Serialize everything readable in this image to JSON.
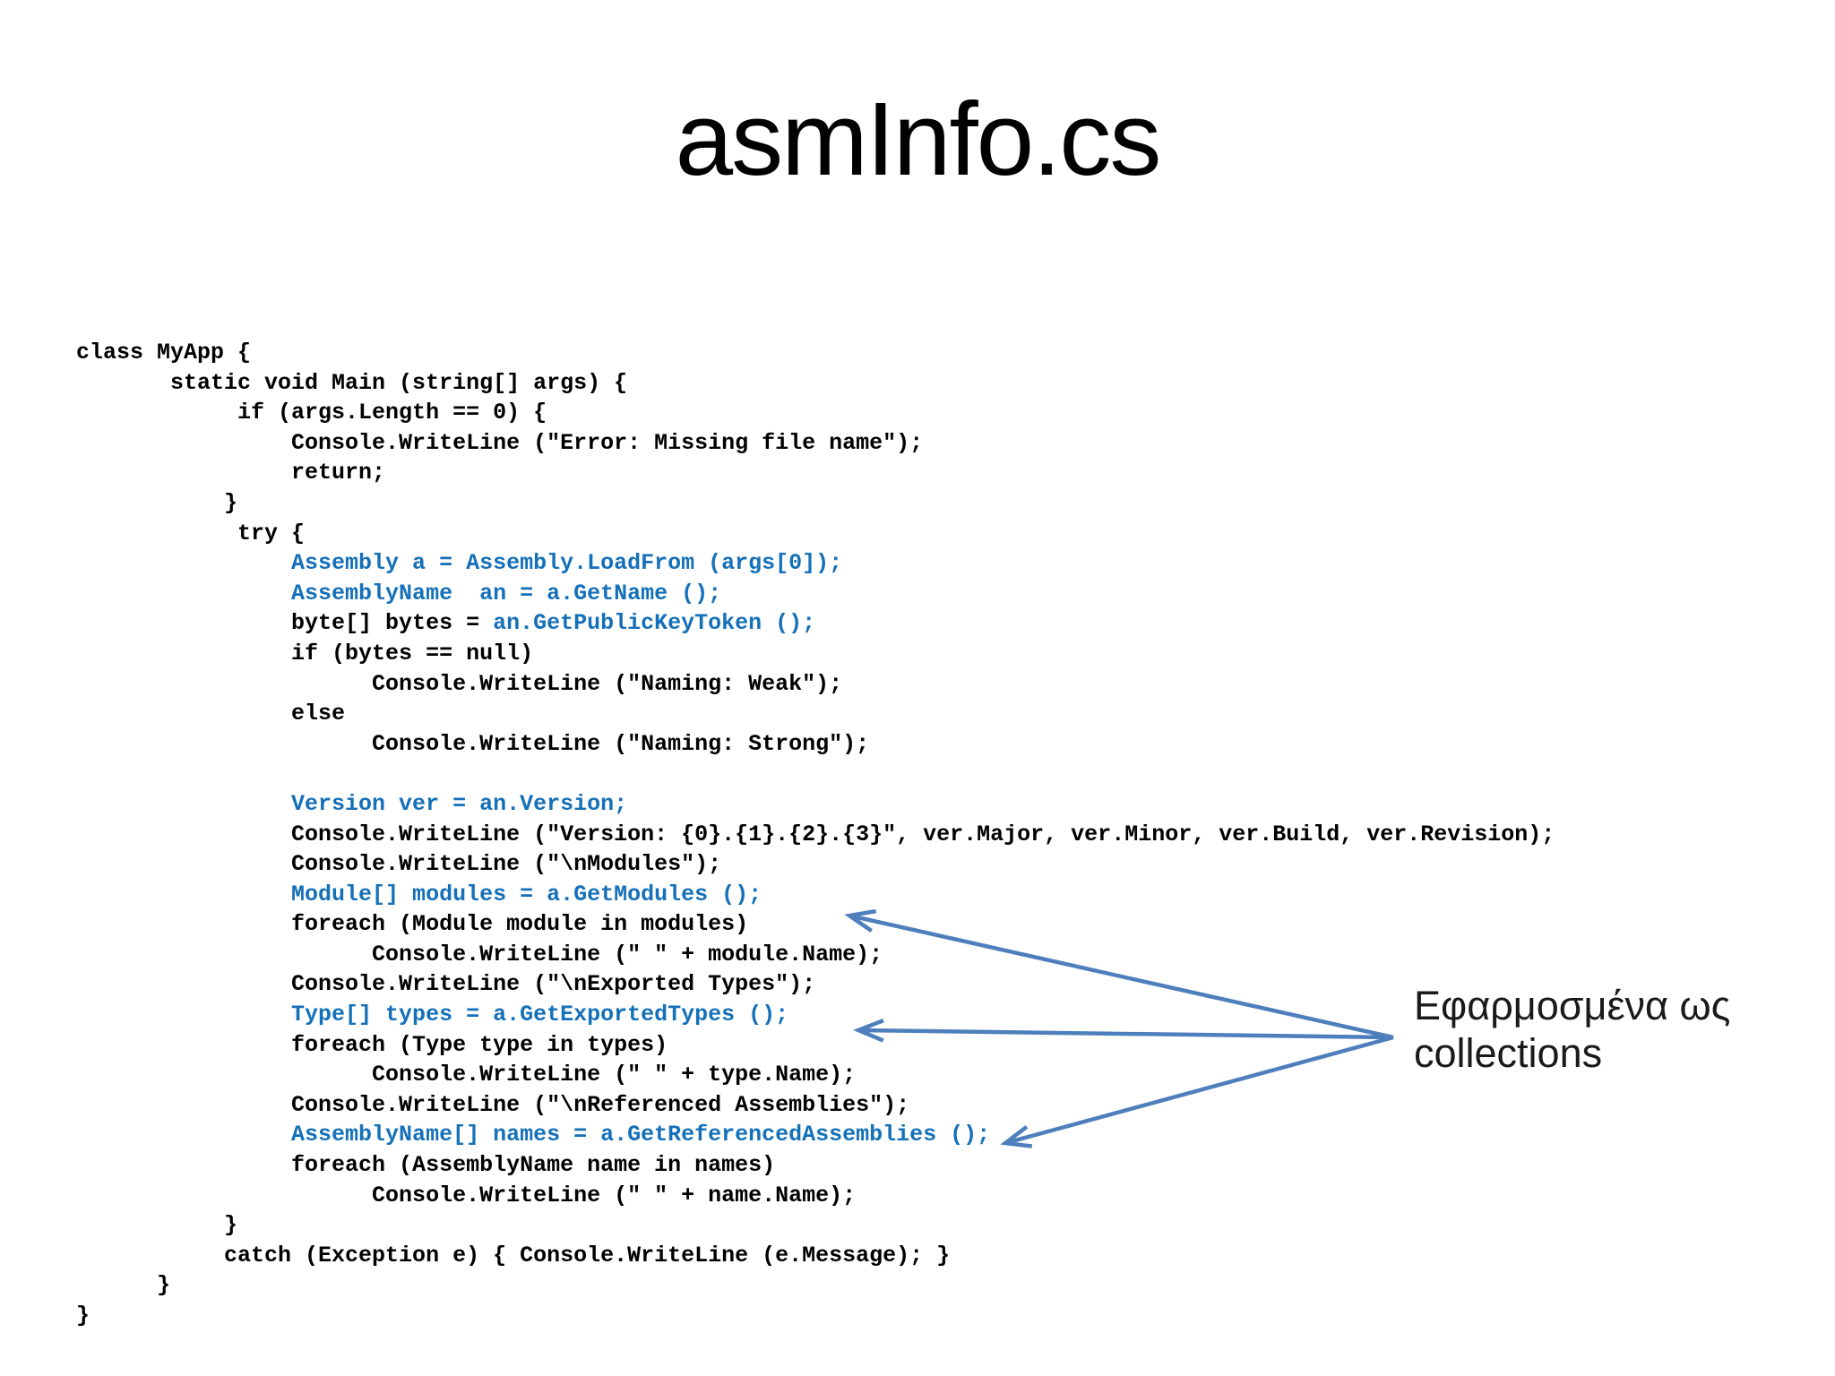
{
  "slide_title": "asmInfo.cs",
  "annotation": {
    "text": "Εφαρμοσμένα ως\ncollections"
  },
  "colors": {
    "background": "#FFFFFF",
    "title_color": "#000000",
    "code_black": "#000000",
    "code_blue": "#1470B8",
    "arrow_blue": "#4E7FBC"
  },
  "code": {
    "lines": [
      {
        "segments": [
          {
            "color": "black",
            "text": "class MyApp {"
          }
        ]
      },
      {
        "segments": [
          {
            "color": "black",
            "text": "       static void Main (string[] args) {"
          }
        ]
      },
      {
        "segments": [
          {
            "color": "black",
            "text": "            if (args.Length == 0) {"
          }
        ]
      },
      {
        "segments": [
          {
            "color": "black",
            "text": "                Console.WriteLine (\"Error: Missing file name\");"
          }
        ]
      },
      {
        "segments": [
          {
            "color": "black",
            "text": "                return;"
          }
        ]
      },
      {
        "segments": [
          {
            "color": "black",
            "text": "           }"
          }
        ]
      },
      {
        "segments": [
          {
            "color": "black",
            "text": "            try {"
          }
        ]
      },
      {
        "segments": [
          {
            "color": "blue",
            "text": "                Assembly a = Assembly.LoadFrom (args[0]);"
          }
        ]
      },
      {
        "segments": [
          {
            "color": "blue",
            "text": "                AssemblyName  an = a.GetName ();"
          }
        ]
      },
      {
        "segments": [
          {
            "color": "black",
            "text": "                byte[] bytes = "
          },
          {
            "color": "blue",
            "text": "an.GetPublicKeyToken ();"
          }
        ]
      },
      {
        "segments": [
          {
            "color": "black",
            "text": "                if (bytes == null)"
          }
        ]
      },
      {
        "segments": [
          {
            "color": "black",
            "text": "                      Console.WriteLine (\"Naming: Weak\");"
          }
        ]
      },
      {
        "segments": [
          {
            "color": "black",
            "text": "                else"
          }
        ]
      },
      {
        "segments": [
          {
            "color": "black",
            "text": "                      Console.WriteLine (\"Naming: Strong\");"
          }
        ]
      },
      {
        "segments": []
      },
      {
        "segments": [
          {
            "color": "blue",
            "text": "                Version ver = an.Version;"
          }
        ]
      },
      {
        "segments": [
          {
            "color": "black",
            "text": "                Console.WriteLine (\"Version: {0}.{1}.{2}.{3}\", ver.Major, ver.Minor, ver.Build, ver.Revision);"
          }
        ]
      },
      {
        "segments": [
          {
            "color": "black",
            "text": "                Console.WriteLine (\"\\nModules\");"
          }
        ]
      },
      {
        "segments": [
          {
            "color": "blue",
            "text": "                Module[] modules = a.GetModules ();"
          }
        ]
      },
      {
        "segments": [
          {
            "color": "black",
            "text": "                foreach (Module module in modules)"
          }
        ]
      },
      {
        "segments": [
          {
            "color": "black",
            "text": "                      Console.WriteLine (\" \" + module.Name);"
          }
        ]
      },
      {
        "segments": [
          {
            "color": "black",
            "text": "                Console.WriteLine (\"\\nExported Types\");"
          }
        ]
      },
      {
        "segments": [
          {
            "color": "blue",
            "text": "                Type[] types = a.GetExportedTypes ();"
          }
        ]
      },
      {
        "segments": [
          {
            "color": "black",
            "text": "                foreach (Type type in types)"
          }
        ]
      },
      {
        "segments": [
          {
            "color": "black",
            "text": "                      Console.WriteLine (\" \" + type.Name);"
          }
        ]
      },
      {
        "segments": [
          {
            "color": "black",
            "text": "                Console.WriteLine (\"\\nReferenced Assemblies\");"
          }
        ]
      },
      {
        "segments": [
          {
            "color": "blue",
            "text": "                AssemblyName[] names = a.GetReferencedAssemblies ();"
          }
        ]
      },
      {
        "segments": [
          {
            "color": "black",
            "text": "                foreach (AssemblyName name in names)"
          }
        ]
      },
      {
        "segments": [
          {
            "color": "black",
            "text": "                      Console.WriteLine (\" \" + name.Name);"
          }
        ]
      },
      {
        "segments": [
          {
            "color": "black",
            "text": "           }"
          }
        ]
      },
      {
        "segments": [
          {
            "color": "black",
            "text": "           catch (Exception e) { Console.WriteLine (e.Message); }"
          }
        ]
      },
      {
        "segments": [
          {
            "color": "black",
            "text": "      }"
          }
        ]
      },
      {
        "segments": [
          {
            "color": "black",
            "text": "}"
          }
        ]
      }
    ]
  }
}
